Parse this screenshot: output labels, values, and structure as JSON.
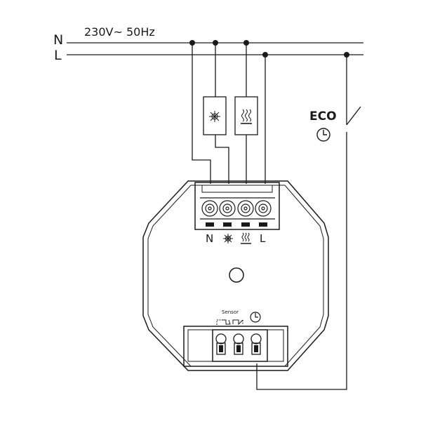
{
  "supply": {
    "n_label": "N",
    "l_label": "L",
    "voltage": "230V~ 50Hz"
  },
  "switch": {
    "label": "ECO",
    "icon": "clock-icon"
  },
  "loads": [
    {
      "icon": "snowflake-icon",
      "meaning": "cooling"
    },
    {
      "icon": "heating-icon",
      "meaning": "heating"
    }
  ],
  "terminals_top": [
    "N",
    "snowflake-icon",
    "heating-icon",
    "L"
  ],
  "terminals_bottom": {
    "sensor_label": "Sensor",
    "icon": "clock-icon"
  },
  "colors": {
    "line": "#1a1a1a",
    "background": "#ffffff"
  }
}
